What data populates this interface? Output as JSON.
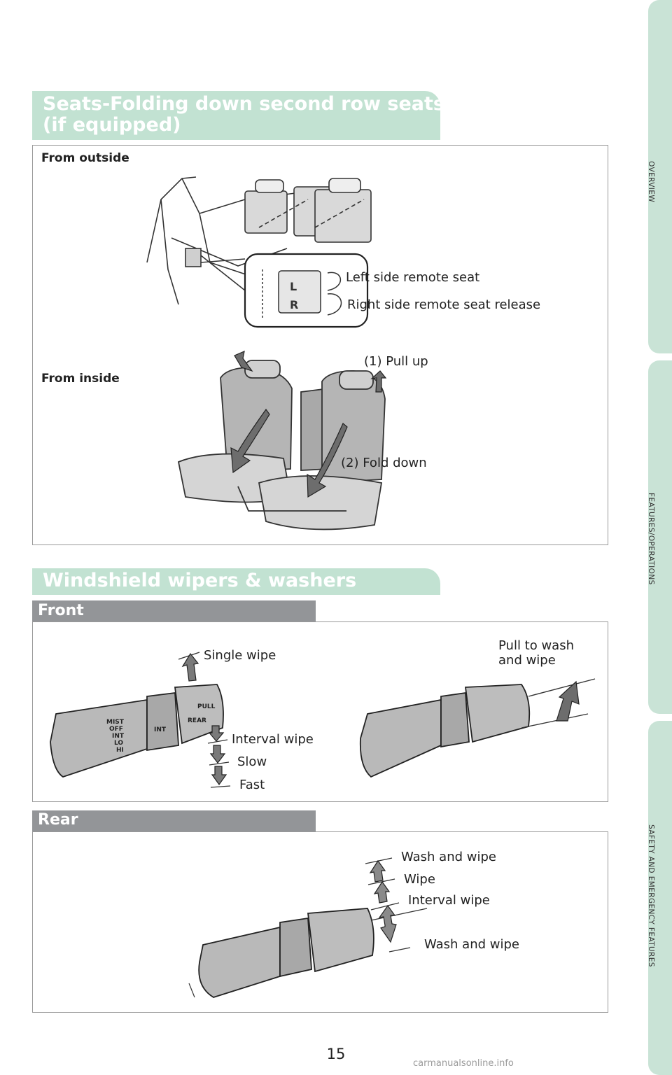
{
  "side_tabs": {
    "overview": "OVERVIEW",
    "features": "FEATURES/OPERATIONS",
    "safety": "SAFETY AND EMERGENCY FEATURES"
  },
  "seats": {
    "title_line1": "Seats-Folding down second row seats",
    "title_line2": "(if equipped)",
    "from_outside": "From outside",
    "from_inside": "From inside",
    "left_release": "Left side remote seat",
    "right_release": "Right side remote seat release",
    "pull_up": "(1) Pull up",
    "fold_down": "(2) Fold down"
  },
  "wipers": {
    "title": "Windshield wipers & washers",
    "front": {
      "header": "Front",
      "single_wipe": "Single wipe",
      "interval_wipe": "Interval wipe",
      "slow": "Slow",
      "fast": "Fast",
      "pull_line1": "Pull to wash",
      "pull_line2": "and wipe"
    },
    "rear": {
      "header": "Rear",
      "wash_wipe_top": "Wash and wipe",
      "wipe": "Wipe",
      "interval_wipe": "Interval wipe",
      "wash_wipe_bottom": "Wash and wipe"
    },
    "stalk_labels": {
      "mist": "MIST",
      "off": "OFF",
      "int": "INT",
      "lo": "LO",
      "hi": "HI",
      "int_ring": "INT",
      "rear": "REAR",
      "pull": "PULL"
    }
  },
  "page_number": "15",
  "watermark": "carmanualsonline.info"
}
